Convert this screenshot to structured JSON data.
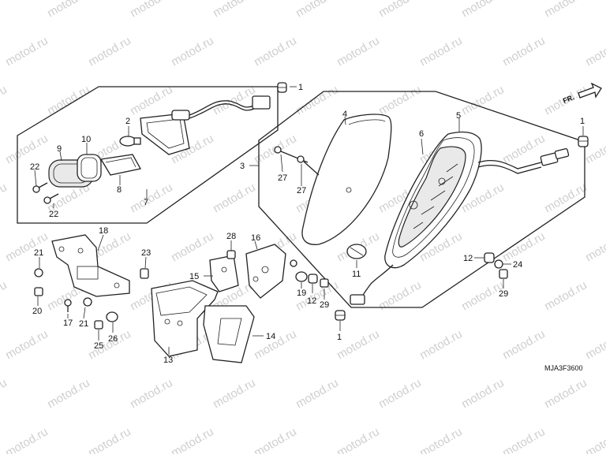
{
  "watermark": "motod.ru",
  "diagram_code": "MJA3F3600",
  "direction_label": "FR.",
  "callouts": {
    "c1a": "1",
    "c1b": "1",
    "c1c": "1",
    "c2": "2",
    "c3": "3",
    "c4": "4",
    "c5": "5",
    "c6": "6",
    "c7": "7",
    "c8": "8",
    "c9": "9",
    "c10": "10",
    "c11": "11",
    "c12a": "12",
    "c12b": "12",
    "c13": "13",
    "c14": "14",
    "c15": "15",
    "c16": "16",
    "c17": "17",
    "c18": "18",
    "c19": "19",
    "c20": "20",
    "c21a": "21",
    "c21b": "21",
    "c22a": "22",
    "c22b": "22",
    "c23": "23",
    "c24": "24",
    "c25": "25",
    "c26": "26",
    "c27a": "27",
    "c27b": "27",
    "c28": "28",
    "c29a": "29",
    "c29b": "29"
  }
}
